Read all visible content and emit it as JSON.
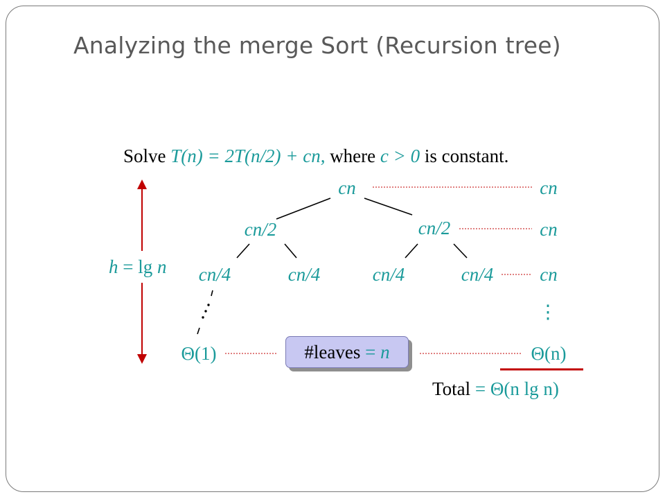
{
  "slide": {
    "title": "Analyzing the merge Sort (Recursion tree)"
  },
  "problem": {
    "solve": "Solve",
    "recurrence": "T(n) = 2T(n/2) + cn,",
    "where": "where",
    "condition": "c > 0",
    "is_constant": "is constant."
  },
  "tree": {
    "root": "cn",
    "level1": [
      "cn/2",
      "cn/2"
    ],
    "level2": [
      "cn/4",
      "cn/4",
      "cn/4",
      "cn/4"
    ],
    "leaf": "Θ(1)"
  },
  "level_costs": [
    "cn",
    "cn",
    "cn"
  ],
  "leaf_cost": "Θ(n)",
  "vertical_ellipsis": "⋮",
  "height": {
    "h_var": "h",
    "equals": " = lg ",
    "n_var": "n"
  },
  "leaves_box": {
    "label": "#leaves",
    "equals": " = ",
    "n_var": "n"
  },
  "total": {
    "label": "Total",
    "equals": " = ",
    "value": "Θ(n lg n)"
  },
  "colors": {
    "teal": "#1a9a9a",
    "arrow_red": "#c00000",
    "box_fill": "#c8c8f2",
    "title_gray": "#595959"
  }
}
